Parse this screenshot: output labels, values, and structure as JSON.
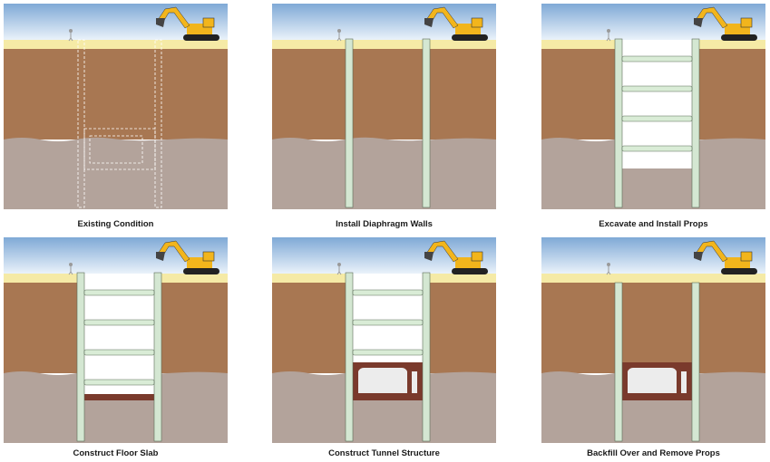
{
  "stages": [
    {
      "caption": "Existing Condition"
    },
    {
      "caption": "Install Diaphragm Walls"
    },
    {
      "caption": "Excavate and Install Props"
    },
    {
      "caption": "Construct Floor Slab"
    },
    {
      "caption": "Construct Tunnel Structure"
    },
    {
      "caption": "Backfill Over and Remove Props"
    }
  ],
  "colors": {
    "sky_top": "#7fa9d6",
    "sky_bottom": "#eaf2fa",
    "surface": "#f5eaa6",
    "upper_soil": "#a87752",
    "lower_soil": "#b3a39b",
    "wall": "#d4e7d2",
    "prop": "#d9ecd6",
    "concrete": "#7a3a2c",
    "excavator": "#f2b51c"
  }
}
